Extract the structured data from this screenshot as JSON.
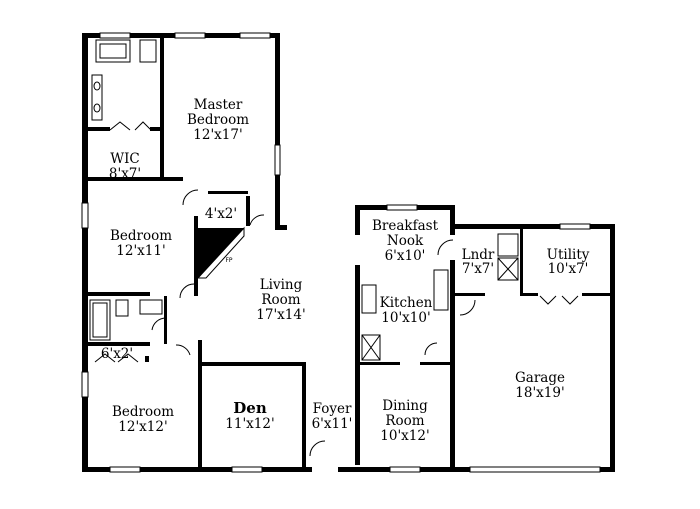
{
  "rooms": {
    "master_bedroom": {
      "name_line1": "Master",
      "name_line2": "Bedroom",
      "dims": "12'x17'"
    },
    "wic": {
      "name": "WIC",
      "dims": "8'x7'"
    },
    "closet_4x2": {
      "dims": "4'x2'"
    },
    "bedroom_upper": {
      "name": "Bedroom",
      "dims": "12'x11'"
    },
    "fireplace": {
      "label": "FP"
    },
    "living_room": {
      "name_line1": "Living",
      "name_line2": "Room",
      "dims": "17'x14'"
    },
    "breakfast_nook": {
      "name_line1": "Breakfast",
      "name_line2": "Nook",
      "dims": "6'x10'"
    },
    "laundry": {
      "name": "Lndr",
      "dims": "7'x7'"
    },
    "utility": {
      "name": "Utility",
      "dims": "10'x7'"
    },
    "kitchen": {
      "name": "Kitchen",
      "dims": "10'x10'"
    },
    "closet_6x2": {
      "dims": "6'x2'"
    },
    "bedroom_lower": {
      "name": "Bedroom",
      "dims": "12'x12'"
    },
    "den": {
      "name": "Den",
      "dims": "11'x12'"
    },
    "foyer": {
      "name": "Foyer",
      "dims": "6'x11'"
    },
    "dining_room": {
      "name_line1": "Dining",
      "name_line2": "Room",
      "dims": "10'x12'"
    },
    "garage": {
      "name": "Garage",
      "dims": "18'x19'"
    }
  },
  "colors": {
    "wall": "#000000",
    "background": "#ffffff"
  }
}
